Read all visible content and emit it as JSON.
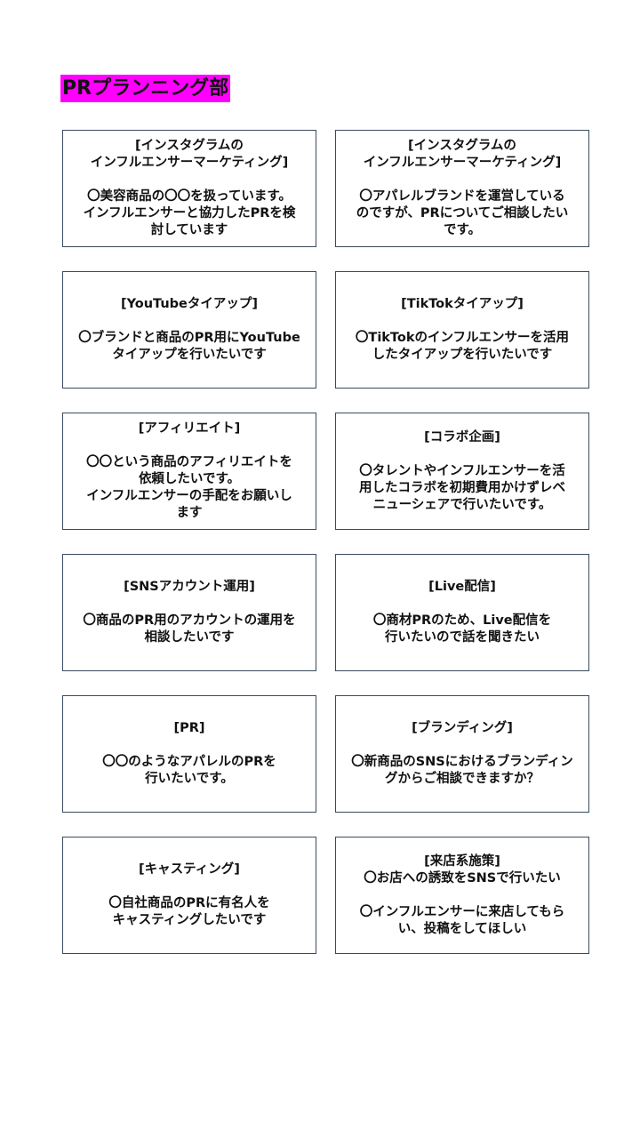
{
  "page": {
    "title": "PRプランニング部"
  },
  "cards": [
    {
      "text": "[インスタグラムの\nインフルエンサーマーケティング]\n\n〇美容商品の〇〇を扱っています。\nインフルエンサーと協力したPRを検\n討しています"
    },
    {
      "text": "[インスタグラムの\nインフルエンサーマーケティング]\n\n〇アパレルブランドを運営している\nのですが、PRについてご相談したい\nです。"
    },
    {
      "text": "[YouTubeタイアップ]\n\n〇ブランドと商品のPR用にYouTube\nタイアップを行いたいです"
    },
    {
      "text": "[TikTokタイアップ]\n\n〇TikTokのインフルエンサーを活用\nしたタイアップを行いたいです"
    },
    {
      "text": "[アフィリエイト]\n\n〇〇という商品のアフィリエイトを\n依頼したいです。\nインフルエンサーの手配をお願いし\nます"
    },
    {
      "text": "[コラボ企画]\n\n〇タレントやインフルエンサーを活\n用したコラボを初期費用かけずレベ\nニューシェアで行いたいです。"
    },
    {
      "text": "[SNSアカウント運用]\n\n〇商品のPR用のアカウントの運用を\n相談したいです"
    },
    {
      "text": "[Live配信]\n\n〇商材PRのため、Live配信を\n行いたいので話を聞きたい"
    },
    {
      "text": "[PR]\n\n〇〇のようなアパレルのPRを\n行いたいです。"
    },
    {
      "text": "[ブランディング]\n\n〇新商品のSNSにおけるブランディン\nグからご相談できますか？"
    },
    {
      "text": "[キャスティング]\n\n〇自社商品のPRに有名人を\nキャスティングしたいです"
    },
    {
      "text": "[来店系施策]\n〇お店への誘致をSNSで行いたい\n\n〇インフルエンサーに来店してもら\nい、投稿をしてほしい"
    }
  ]
}
